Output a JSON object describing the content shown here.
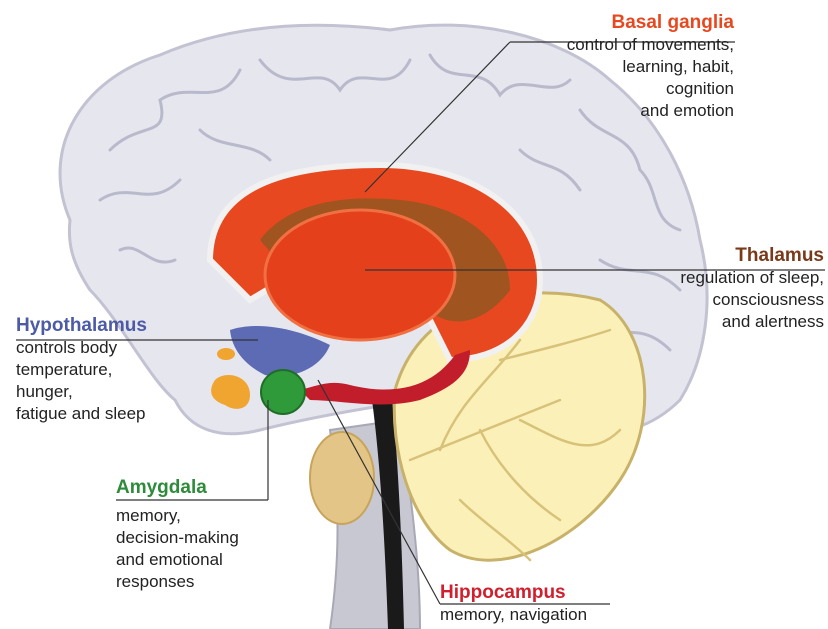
{
  "colors": {
    "basal_ganglia": "#e8481f",
    "thalamus": "#7a3a1a",
    "hypothalamus": "#4d5aa6",
    "amygdala": "#2e8b3a",
    "hippocampus": "#d0202e",
    "brain_fill": "#e6e6ef",
    "brain_outline": "#c9c9d6"
  },
  "structures": {
    "basal_ganglia": {
      "title": "Basal ganglia",
      "lines": [
        "control of movements,",
        "learning, habit,",
        "cognition",
        "and emotion"
      ]
    },
    "thalamus": {
      "title": "Thalamus",
      "lines": [
        "regulation of sleep,",
        "consciousness",
        "and alertness"
      ]
    },
    "hypothalamus": {
      "title": "Hypothalamus",
      "lines": [
        "controls body",
        "temperature,",
        "hunger,",
        "fatigue and sleep"
      ]
    },
    "amygdala": {
      "title": "Amygdala",
      "lines": [
        "memory,",
        "decision-making",
        "and emotional",
        "responses"
      ]
    },
    "hippocampus": {
      "title": "Hippocampus",
      "lines": [
        "memory, navigation"
      ]
    }
  }
}
